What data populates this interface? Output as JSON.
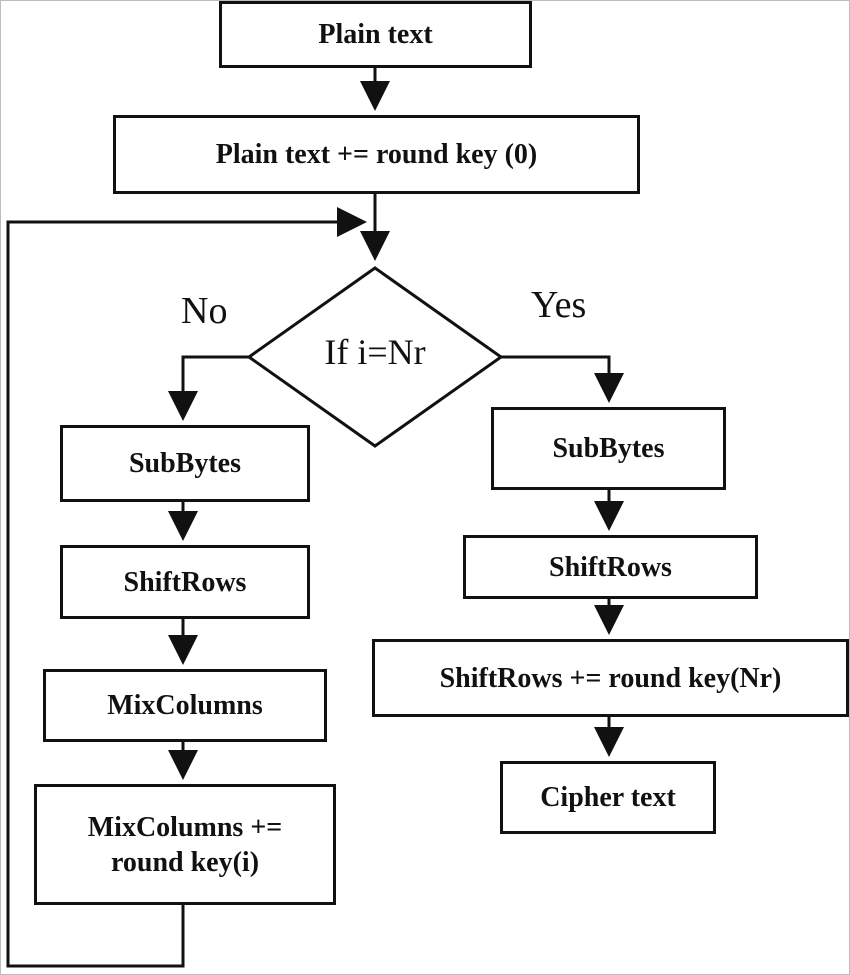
{
  "nodes": {
    "plain_text": "Plain text",
    "add_round_key_0": "Plain text  +=  round key (0)",
    "decision": "If i=Nr",
    "no_subbytes": "SubBytes",
    "no_shiftrows": "ShiftRows",
    "no_mixcolumns": "MixColumns",
    "no_add_round_key": "MixColumns  +=\nround key(i)",
    "yes_subbytes": "SubBytes",
    "yes_shiftrows": "ShiftRows",
    "yes_add_round_key": "ShiftRows += round key(Nr)",
    "cipher_text": "Cipher text"
  },
  "branches": {
    "no": "No",
    "yes": "Yes"
  },
  "colors": {
    "stroke": "#111111",
    "background": "#ffffff"
  }
}
